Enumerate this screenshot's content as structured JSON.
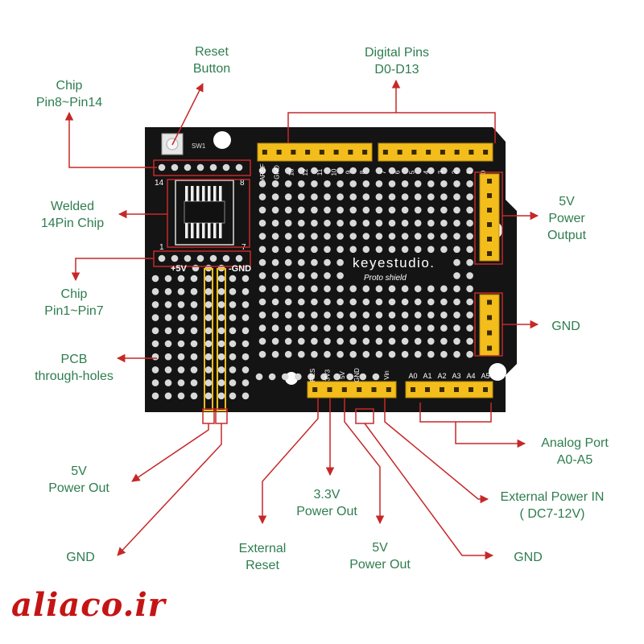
{
  "labels": {
    "reset_button": [
      "Reset",
      "Button"
    ],
    "digital_pins": [
      "Digital Pins",
      "D0-D13"
    ],
    "chip_pin8_14": [
      "Chip",
      "Pin8~Pin14"
    ],
    "welded_chip": [
      "Welded",
      "14Pin Chip"
    ],
    "chip_pin1_7": [
      "Chip",
      "Pin1~Pin7"
    ],
    "pcb_holes": [
      "PCB",
      "through-holes"
    ],
    "power_out_5v_right": [
      "5V",
      "Power",
      "Output"
    ],
    "gnd_right": [
      "GND"
    ],
    "analog_port": [
      "Analog  Port",
      "A0-A5"
    ],
    "power_out_5v_left": [
      "5V",
      "Power Out"
    ],
    "gnd_left": [
      "GND"
    ],
    "external_reset": [
      "External",
      "Reset"
    ],
    "power_out_3v3": [
      "3.3V",
      "Power Out"
    ],
    "power_out_5v_bottom": [
      "5V",
      "Power Out"
    ],
    "external_power_in": [
      "External Power IN",
      "( DC7-12V)"
    ],
    "gnd_bottom": [
      "GND"
    ]
  },
  "board": {
    "brand": "keyestudio.",
    "subtitle": "Proto shield",
    "switch_label": "SW1",
    "chip_top_left": "14",
    "chip_top_right": "8",
    "chip_bottom_left": "1",
    "chip_bottom_right": "7",
    "rail_5v": "+5V",
    "rail_gnd": "-GND",
    "digital_header_pins": [
      "AREF",
      "GND",
      "13",
      "12",
      "11",
      "10",
      "9",
      "8",
      "7",
      "6",
      "5",
      "4",
      "3",
      "2",
      "1",
      "0"
    ],
    "power_header_pins": [
      "RES",
      "3V3",
      "5V",
      "GND",
      "",
      "Vin"
    ],
    "analog_header_pins": [
      "A0",
      "A1",
      "A2",
      "A3",
      "A4",
      "A5"
    ]
  },
  "watermark": "aliaco.ir",
  "colors": {
    "board": "#141414",
    "header": "#f3bd1c",
    "arrow": "#c62828",
    "label": "#2e7d4f",
    "pad": "#d9d9d9"
  }
}
